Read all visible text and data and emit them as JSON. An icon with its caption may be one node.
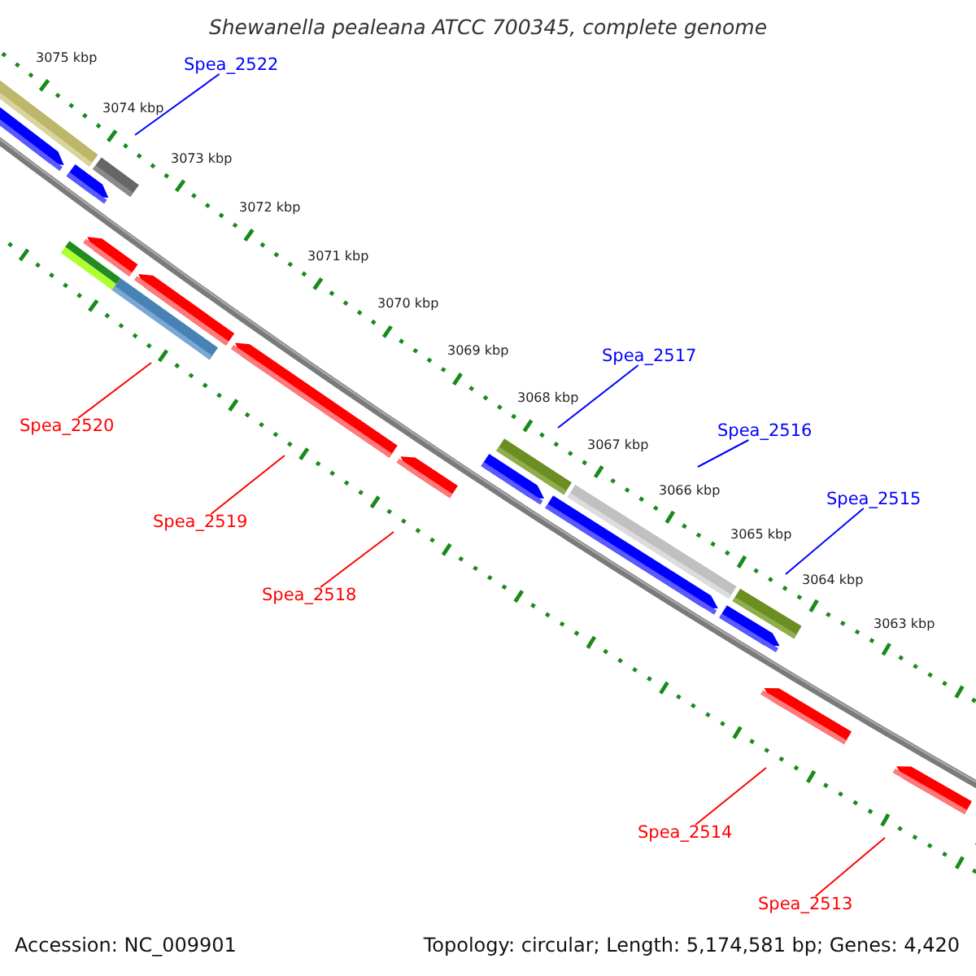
{
  "diagram": {
    "title": "Shewanella pealeana ATCC 700345, complete genome",
    "nodes": [
      {
        "text": [
          "Spea_2522"
        ]
      },
      {
        "text": [
          "Spea_2517"
        ]
      },
      {
        "text": [
          "Spea_2516"
        ]
      },
      {
        "text": [
          "Spea_2515"
        ]
      },
      {
        "text": [
          "Spea_2520"
        ]
      },
      {
        "text": [
          "Spea_2519"
        ]
      },
      {
        "text": [
          "Spea_2518"
        ]
      },
      {
        "text": [
          "Spea_2514"
        ]
      },
      {
        "text": [
          "Spea_2513"
        ]
      }
    ],
    "edges": [
      {
        "from": 0,
        "to": null,
        "arrow": "none",
        "color": "#0000ff"
      },
      {
        "from": 1,
        "to": null,
        "arrow": "none",
        "color": "#0000ff"
      },
      {
        "from": 2,
        "to": null,
        "arrow": "none",
        "color": "#0000ff"
      },
      {
        "from": 3,
        "to": null,
        "arrow": "none",
        "color": "#0000ff"
      },
      {
        "from": 4,
        "to": null,
        "arrow": "none"
      },
      {
        "from": 5,
        "to": null,
        "arrow": "none"
      },
      {
        "from": 6,
        "to": null,
        "arrow": "none"
      },
      {
        "from": 7,
        "to": null,
        "arrow": "none"
      },
      {
        "from": 8,
        "to": null,
        "arrow": "none"
      }
    ],
    "labels": [
      "3075 kbp",
      "3074 kbp",
      "3073 kbp",
      "3072 kbp",
      "3071 kbp",
      "3070 kbp",
      "3069 kbp",
      "3068 kbp",
      "3067 kbp",
      "3066 kbp",
      "3065 kbp",
      "3064 kbp",
      "3063 kbp",
      "Accession: NC_009901",
      "Topology: circular; Length: 5,174,581 bp; Genes: 4,420"
    ]
  }
}
